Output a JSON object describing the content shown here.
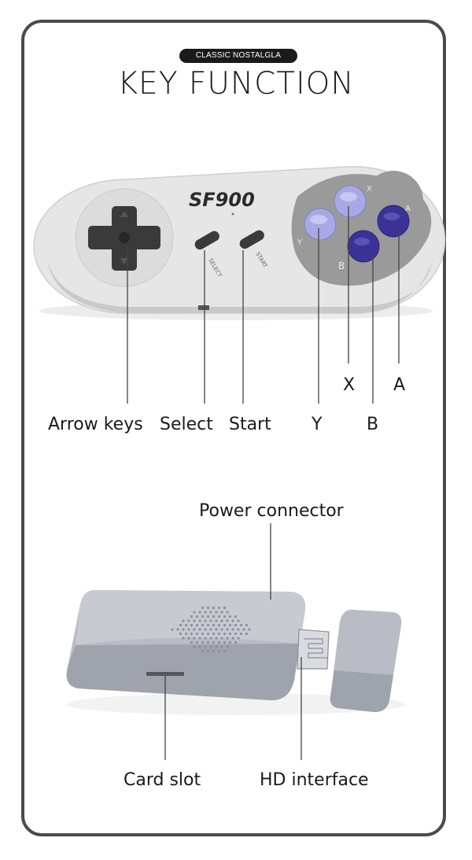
{
  "header": {
    "badge": "CLASSIC NOSTALGLA",
    "title": "KEY FUNCTION"
  },
  "controller": {
    "brand": "SF900",
    "button_letters": {
      "x": "X",
      "y": "Y",
      "a": "A",
      "b": "B"
    },
    "small_labels": {
      "select": "SELECT",
      "start": "START"
    },
    "labels": {
      "arrow_keys": "Arrow keys",
      "select": "Select",
      "start": "Start",
      "y": "Y",
      "b": "B",
      "x": "X",
      "a": "A"
    },
    "colors": {
      "body": "#e3e3e3",
      "dpad": "#3a3a3a",
      "light_buttons": "#a8a8e6",
      "dark_buttons": "#3b3297"
    }
  },
  "stick": {
    "labels": {
      "power_connector": "Power connector",
      "card_slot": "Card slot",
      "hd_interface": "HD interface"
    },
    "colors": {
      "body": "#b9bcc4"
    }
  }
}
